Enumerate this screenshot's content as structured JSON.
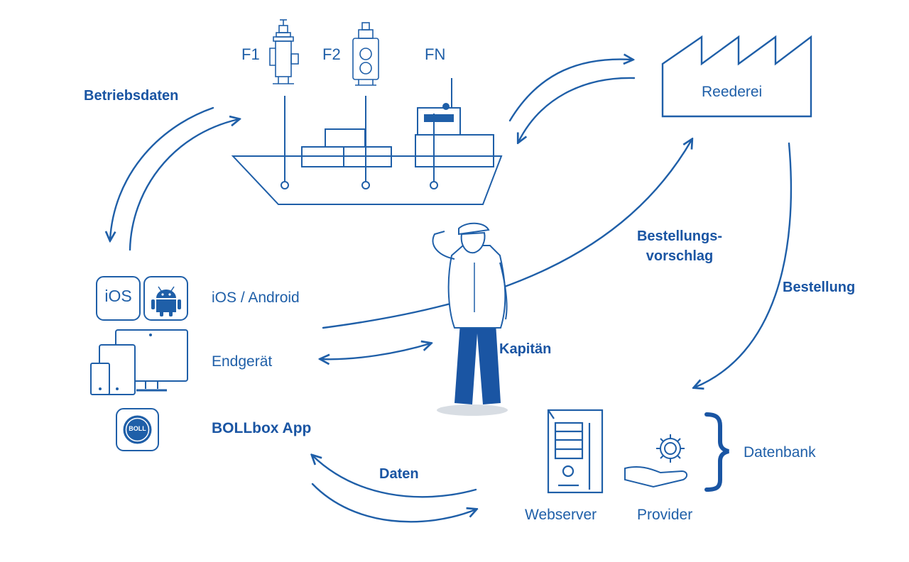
{
  "colors": {
    "primary": "#1f5fa8",
    "dark": "#1a4f96",
    "shadow": "#d8dde3"
  },
  "labels": {
    "betriebsdaten": "Betriebsdaten",
    "f1": "F1",
    "f2": "F2",
    "fn": "FN",
    "reederei": "Reederei",
    "bestellungsvorschlag_line1": "Bestellungs-",
    "bestellungsvorschlag_line2": "vorschlag",
    "bestellung": "Bestellung",
    "ios_android": "iOS / Android",
    "endgeraet": "Endgerät",
    "bollbox_app": "BOLLbox App",
    "kapitaen": "Kapitän",
    "daten": "Daten",
    "datenbank": "Datenbank",
    "webserver": "Webserver",
    "provider": "Provider",
    "ios_badge": "iOS",
    "boll_logo": "BOLL"
  },
  "icons": [
    "filter-f1-icon",
    "filter-f2-icon",
    "ship-icon",
    "factory-icon",
    "ios-icon",
    "android-icon",
    "devices-icon",
    "bollbox-app-icon",
    "captain-figure",
    "server-icon",
    "gear-hand-icon",
    "brace-icon"
  ]
}
